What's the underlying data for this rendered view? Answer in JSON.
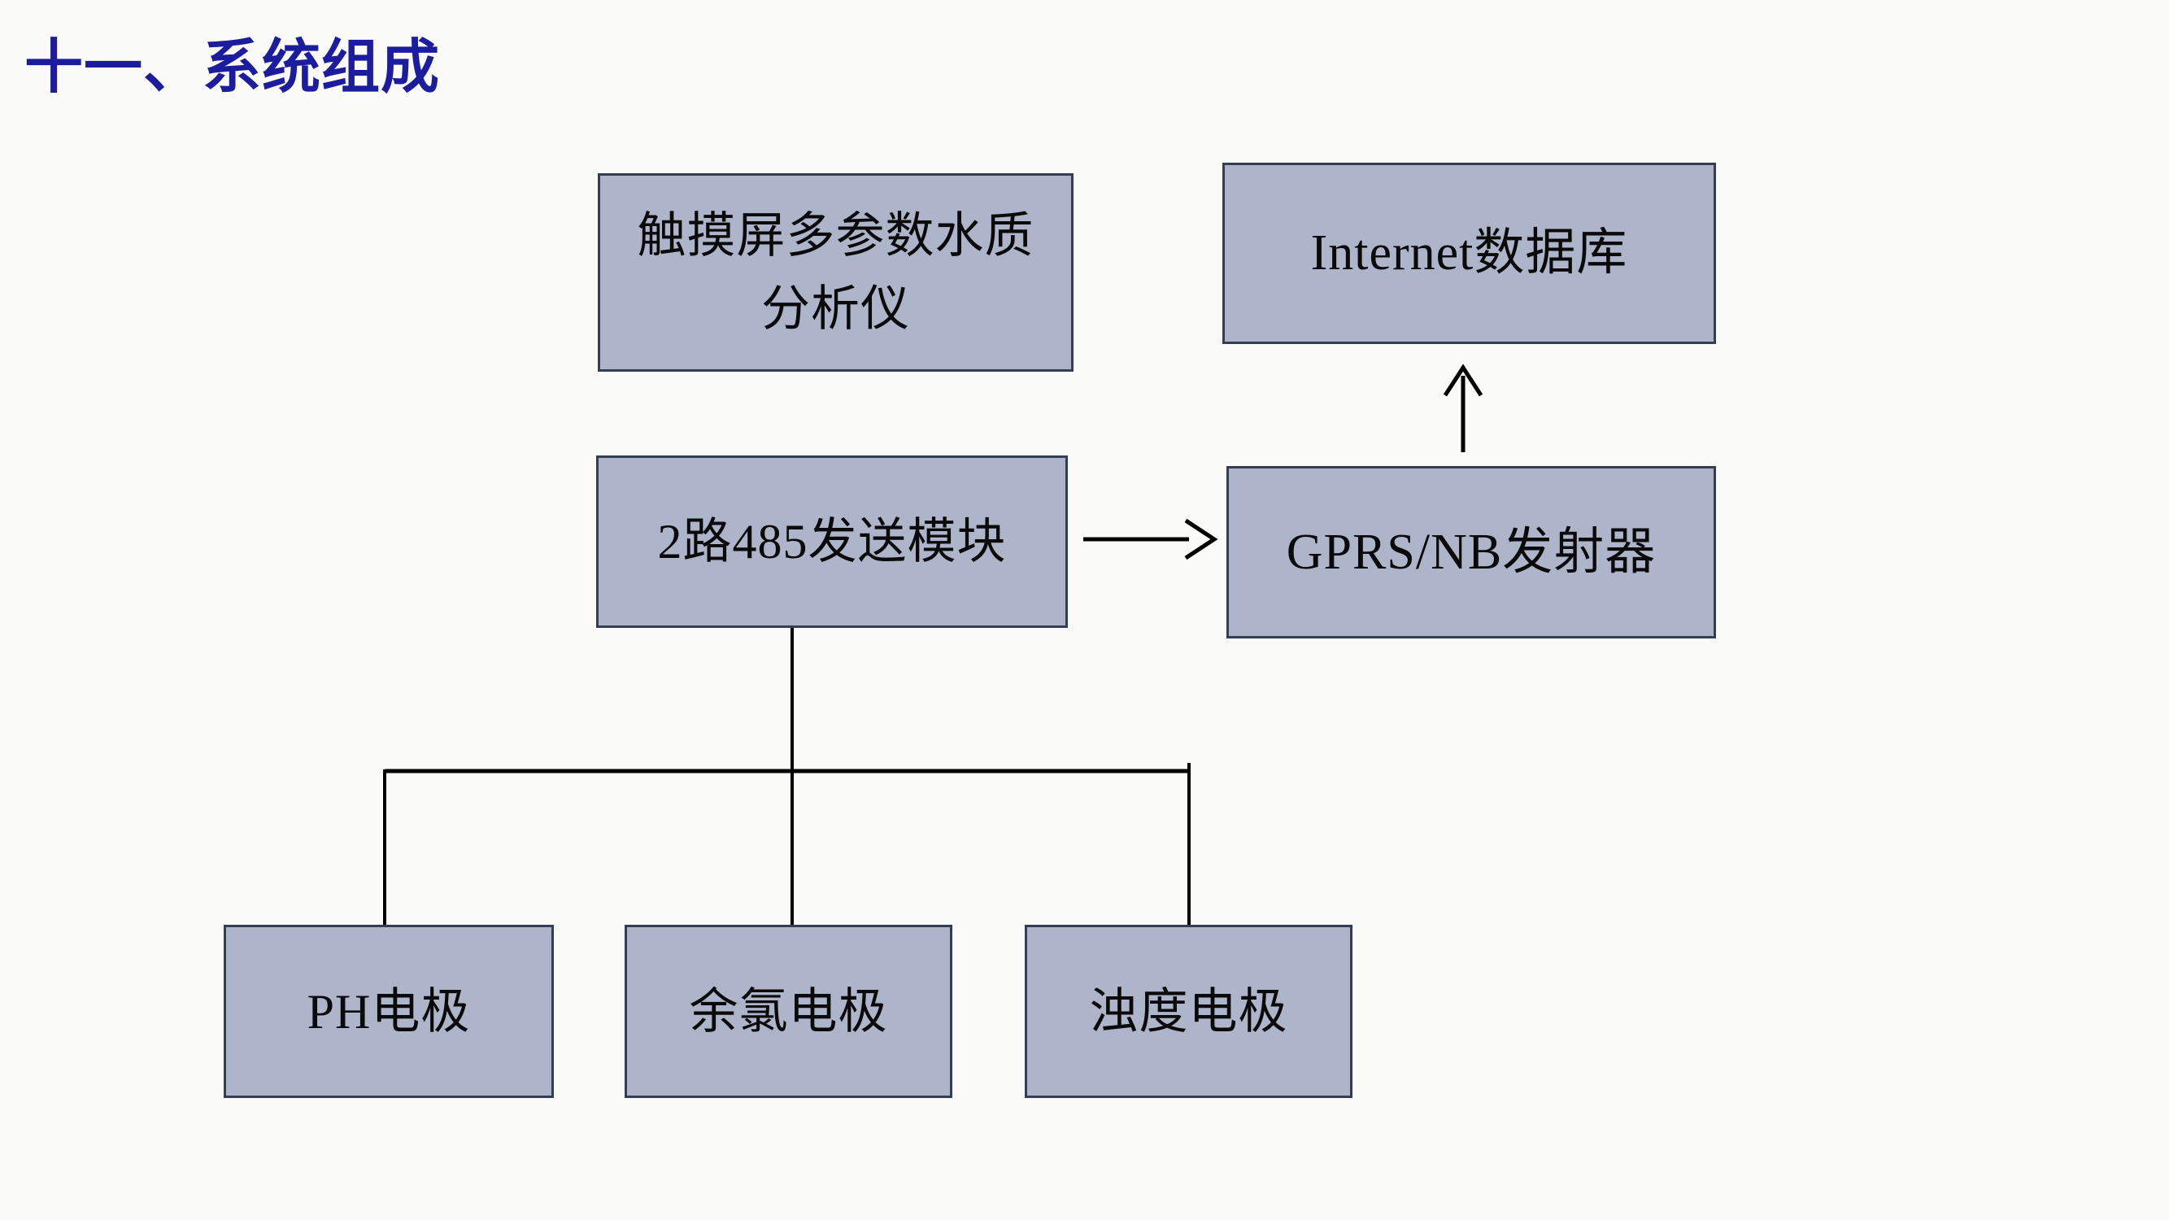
{
  "page": {
    "title": "十一、系统组成"
  },
  "colors": {
    "background": "#fafaf8",
    "box_fill": "#aeb5ca",
    "box_border": "#333d54",
    "connector": "#000000",
    "title": "#1c1c9e",
    "box_text": "#0a0a0a"
  },
  "diagram": {
    "nodes": [
      {
        "id": "analyzer",
        "label": "触摸屏多参数水质\n分析仪"
      },
      {
        "id": "internet-db",
        "label": "Internet数据库"
      },
      {
        "id": "module-485",
        "label": "2路485发送模块"
      },
      {
        "id": "gprs-nb",
        "label": "GPRS/NB发射器"
      },
      {
        "id": "ph-electrode",
        "label": "PH电极"
      },
      {
        "id": "chlorine-electrode",
        "label": "余氯电极"
      },
      {
        "id": "turbidity-electrode",
        "label": "浊度电极"
      }
    ],
    "connections": [
      {
        "from": "module-485",
        "to": "gprs-nb",
        "type": "arrow"
      },
      {
        "from": "gprs-nb",
        "to": "internet-db",
        "type": "arrow"
      },
      {
        "from": "module-485",
        "to": "ph-electrode",
        "type": "line"
      },
      {
        "from": "module-485",
        "to": "chlorine-electrode",
        "type": "line"
      },
      {
        "from": "module-485",
        "to": "turbidity-electrode",
        "type": "line"
      }
    ]
  }
}
